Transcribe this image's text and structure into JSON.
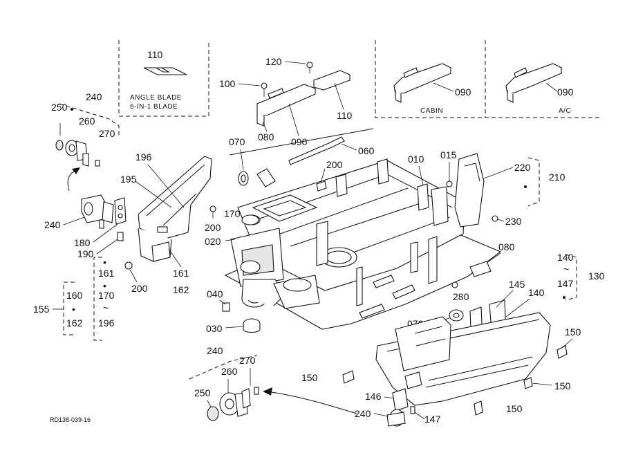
{
  "diagram": {
    "inset_labels": {
      "blade": [
        "ANGLE BLADE",
        "6-IN-1 BLADE"
      ],
      "cabin": "CABIN",
      "ac": "A/C"
    },
    "part_numbers": {
      "p110_blade": "110",
      "p120": "120",
      "p100": "100",
      "p110_top": "110",
      "p080_top": "080",
      "p090_top": "090",
      "p090_cabin": "090",
      "p090_ac": "090",
      "p240_top": "240",
      "p250_top": "250",
      "p260_top": "260",
      "p270_top": "270",
      "p196": "196",
      "p195": "195",
      "p240_left": "240",
      "p180": "180",
      "p190": "190",
      "p070_top": "070",
      "p060": "060",
      "p200_top": "200",
      "p010": "010",
      "p015": "015",
      "p220": "220",
      "p210": "210",
      "p230": "230",
      "p170_mid": "170",
      "p200_mid": "200",
      "p020": "020",
      "p080_right": "080",
      "p161_a": "161",
      "p162_a": "162",
      "p161_b": "161",
      "p170_b": "170",
      "p196_b": "196",
      "p200_left": "200",
      "p160": "160",
      "p162_b": "162",
      "p155": "155",
      "p140_top": "140",
      "p147_top": "147",
      "p130": "130",
      "p145": "145",
      "p140_mid": "140",
      "p280": "280",
      "p040": "040",
      "p070_bot": "070",
      "p030": "030",
      "p150_right": "150",
      "p240_bot": "240",
      "p270_bot": "270",
      "p260_bot": "260",
      "p250_bot": "250",
      "p150_left": "150",
      "p150_mid": "150",
      "p146": "146",
      "p147_bot": "147",
      "p240_bot2": "240",
      "p150_bot": "150"
    },
    "range_tilde": "~",
    "bullet": "•",
    "drawing_id": "RD138-039-16"
  }
}
